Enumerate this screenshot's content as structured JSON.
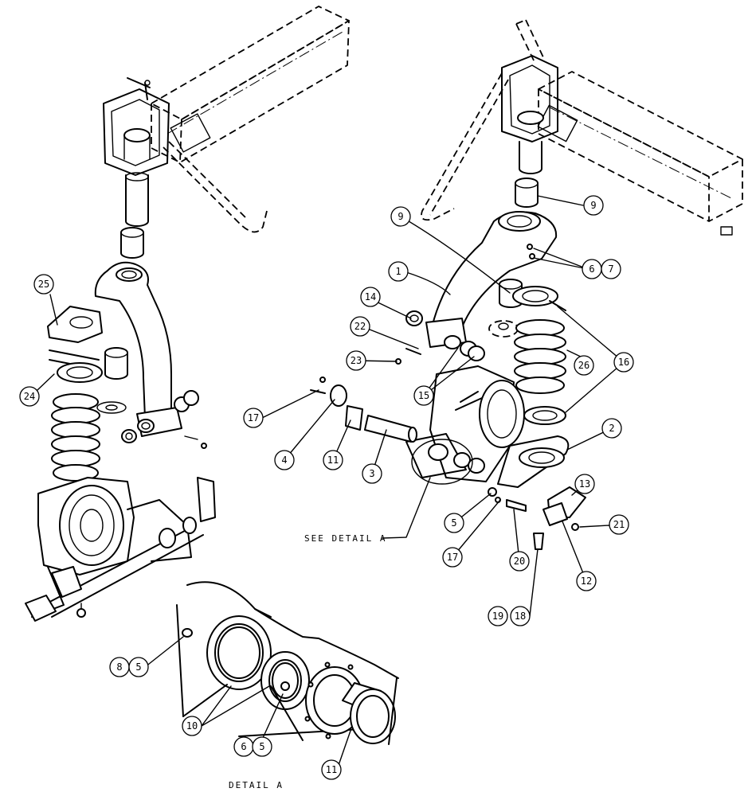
{
  "callouts": [
    {
      "id": "c1",
      "label": "1"
    },
    {
      "id": "c2",
      "label": "2"
    },
    {
      "id": "c3",
      "label": "3"
    },
    {
      "id": "c4",
      "label": "4"
    },
    {
      "id": "c5a",
      "label": "5"
    },
    {
      "id": "c5b",
      "label": "5"
    },
    {
      "id": "c5c",
      "label": "5"
    },
    {
      "id": "c6a",
      "label": "6"
    },
    {
      "id": "c6b",
      "label": "6"
    },
    {
      "id": "c7",
      "label": "7"
    },
    {
      "id": "c8",
      "label": "8"
    },
    {
      "id": "c9a",
      "label": "9"
    },
    {
      "id": "c9b",
      "label": "9"
    },
    {
      "id": "c10",
      "label": "10"
    },
    {
      "id": "c11a",
      "label": "11"
    },
    {
      "id": "c11b",
      "label": "11"
    },
    {
      "id": "c12",
      "label": "12"
    },
    {
      "id": "c13",
      "label": "13"
    },
    {
      "id": "c14",
      "label": "14"
    },
    {
      "id": "c15",
      "label": "15"
    },
    {
      "id": "c16",
      "label": "16"
    },
    {
      "id": "c17a",
      "label": "17"
    },
    {
      "id": "c17b",
      "label": "17"
    },
    {
      "id": "c18",
      "label": "18"
    },
    {
      "id": "c19",
      "label": "19"
    },
    {
      "id": "c20",
      "label": "20"
    },
    {
      "id": "c21",
      "label": "21"
    },
    {
      "id": "c22",
      "label": "22"
    },
    {
      "id": "c23",
      "label": "23"
    },
    {
      "id": "c24",
      "label": "24"
    },
    {
      "id": "c25",
      "label": "25"
    },
    {
      "id": "c26",
      "label": "26"
    }
  ],
  "notes": {
    "see_detail": "SEE DETAIL  A",
    "detail_title": "DETAIL  A"
  }
}
